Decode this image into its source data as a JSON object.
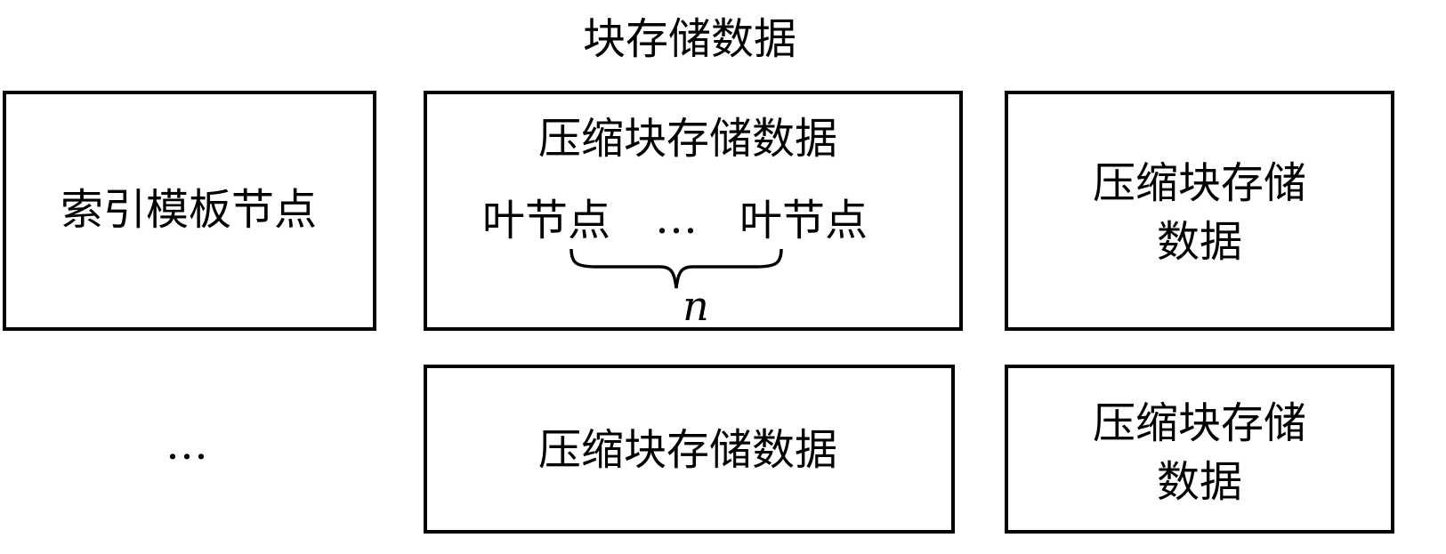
{
  "title": "块存储数据",
  "row1": {
    "index_node": "索引模板节点",
    "compressed_block": {
      "label": "压缩块存储数据",
      "leaf_left": "叶节点",
      "ellipsis": "…",
      "leaf_right": "叶节点",
      "count": "n"
    },
    "compressed_block_right": {
      "line1": "压缩块存储",
      "line2": "数据"
    }
  },
  "row2": {
    "ellipsis": "…",
    "compressed_block": "压缩块存储数据",
    "compressed_block_right": {
      "line1": "压缩块存储",
      "line2": "数据"
    }
  }
}
